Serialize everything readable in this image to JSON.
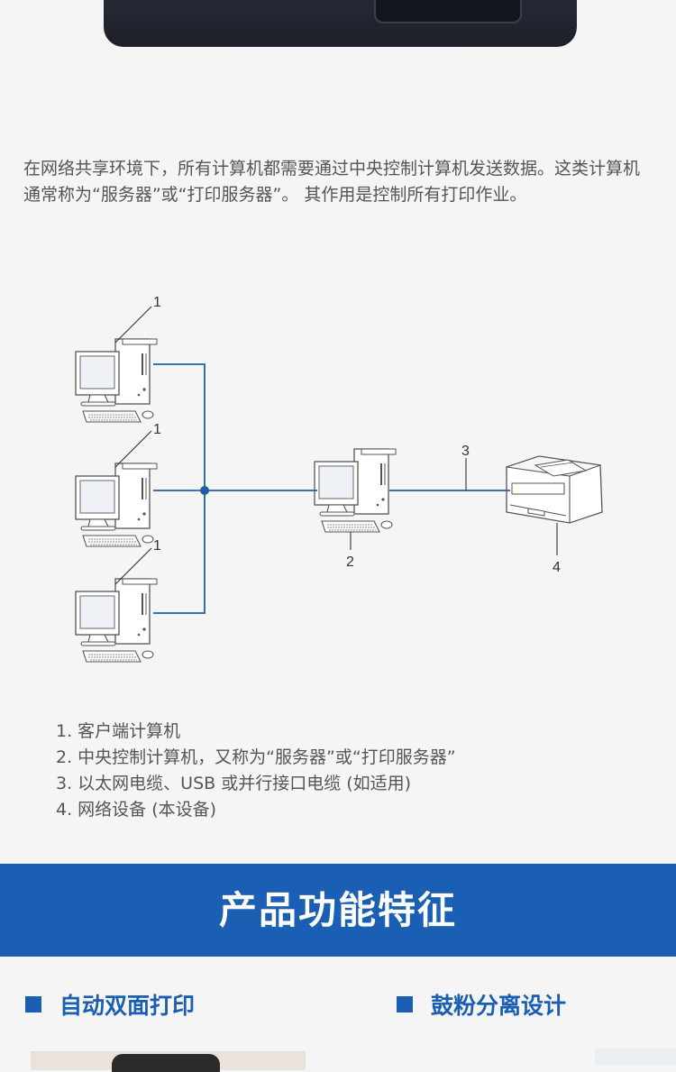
{
  "intro_text": "在网络共享环境下，所有计算机都需要通过中央控制计算机发送数据。这类计算机通常称为“服务器”或“打印服务器”。 其作用是控制所有打印作业。",
  "diagram": {
    "labels": [
      "1",
      "1",
      "1",
      "2",
      "3",
      "4"
    ]
  },
  "legend": [
    "1. 客户端计算机",
    "2. 中央控制计算机，又称为“服务器”或“打印服务器”",
    "3. 以太网电缆、USB 或并行接口电缆 (如适用)",
    "4. 网络设备 (本设备)"
  ],
  "banner_title": "产品功能特征",
  "features": [
    "自动双面打印",
    "鼓粉分离设计"
  ],
  "colors": {
    "accent": "#1a5fb4",
    "cable": "#1f5fa8"
  }
}
